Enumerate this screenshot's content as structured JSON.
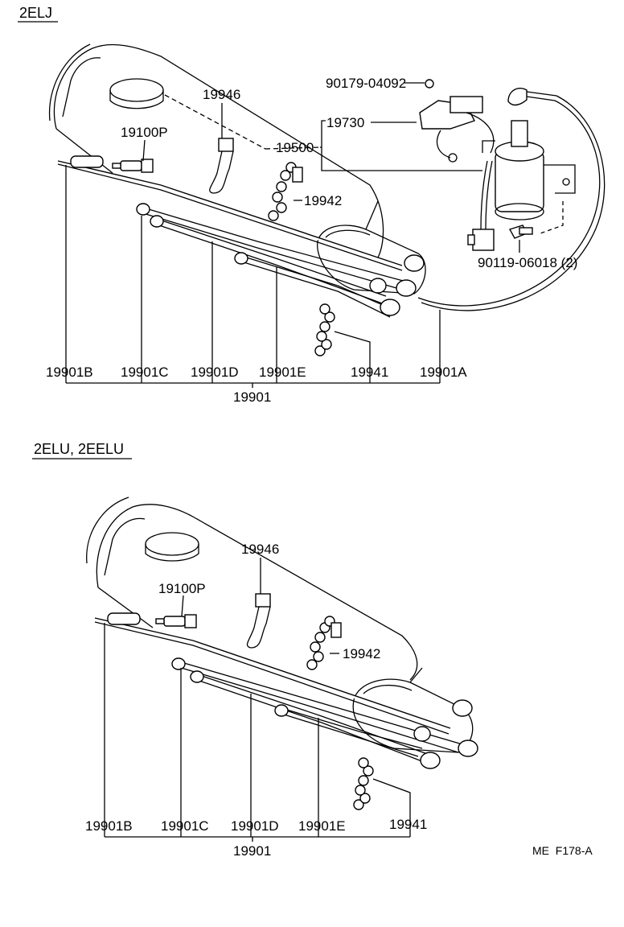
{
  "section1": {
    "variant": "2ELJ",
    "labels": {
      "bolt_top": "90179-04092",
      "clip_small": "19946",
      "igniter": "19730",
      "plug": "19100P",
      "coil": "19500",
      "clamp_upper": "19942",
      "bolt_bottom": "90119-06018 (2)",
      "wire_b": "19901B",
      "wire_c": "19901C",
      "wire_d": "19901D",
      "wire_e": "19901E",
      "clamp_lower": "19941",
      "wire_a": "19901A",
      "wire_set": "19901"
    }
  },
  "section2": {
    "variant": "2ELU, 2EELU",
    "labels": {
      "clip_small": "19946",
      "plug": "19100P",
      "clamp_upper": "19942",
      "wire_b": "19901B",
      "wire_c": "19901C",
      "wire_d": "19901D",
      "wire_e": "19901E",
      "clamp_lower": "19941",
      "wire_set": "19901"
    }
  },
  "footer": {
    "code": "ME  F178-A"
  }
}
